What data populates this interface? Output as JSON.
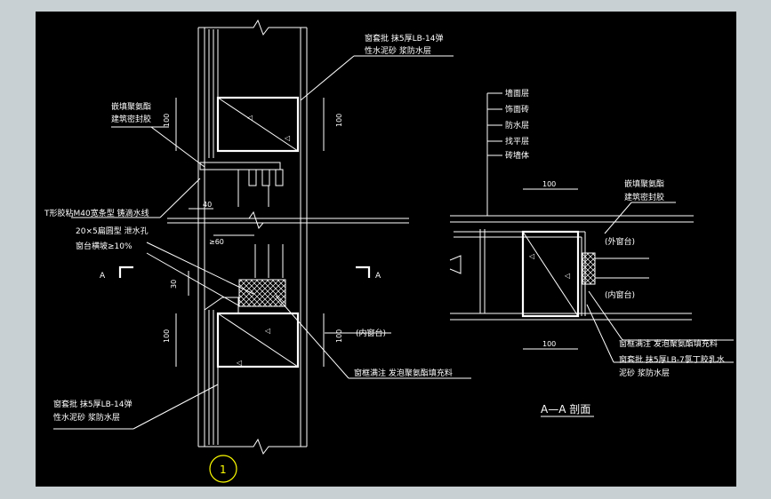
{
  "colors": {
    "background": "#000000",
    "frame": "#c8d0d4",
    "lines": "#ffffff",
    "detail_marker": "#ffff00"
  },
  "labels": {
    "top_right_note_1": "窗套批 抹5厚LB-14弹",
    "top_right_note_2": "性水泥砂 浆防水层",
    "seal_left_1": "嵌填聚氨酯",
    "seal_left_2": "建筑密封胶",
    "drip_groove": "T形胶粘M40宽条型 铸滴水线",
    "drain_hole": "20×5扁圆型 泄水孔",
    "sill_slope": "窗台横坡≥10%",
    "foam_fill_left": "窗框满注 发泡聚氨酯填充料",
    "inner_sill_left": "(内窗台)",
    "bottom_left_note_1": "窗套批 抹5厚LB-14弹",
    "bottom_left_note_2": "性水泥砂 浆防水层",
    "section_mark_left": "A",
    "section_mark_right": "A",
    "detail_number": "1",
    "layer_1": "墙面层",
    "layer_2": "饰面砖",
    "layer_3": "防水层",
    "layer_4": "找平层",
    "layer_5": "砖墙体",
    "seal_right_1": "嵌填聚氨酯",
    "seal_right_2": "建筑密封胶",
    "outer_sill": "(外窗台)",
    "inner_sill_right": "(内窗台)",
    "foam_fill_right": "窗框满注 发泡聚氨酯填充料",
    "right_note_1": "窗套批 抹5厚LB-7氯丁胶乳水",
    "right_note_2": "泥砂 浆防水层",
    "section_title": "A—A 剖面"
  },
  "dimensions": {
    "d100_left_top": "100",
    "d100_right_top": "100",
    "d40": "40",
    "d60": "≥60",
    "d30": "30",
    "d100_left_bot": "100",
    "d100_right_bot": "100",
    "d100_section_top": "100",
    "d100_section_bot": "100"
  }
}
